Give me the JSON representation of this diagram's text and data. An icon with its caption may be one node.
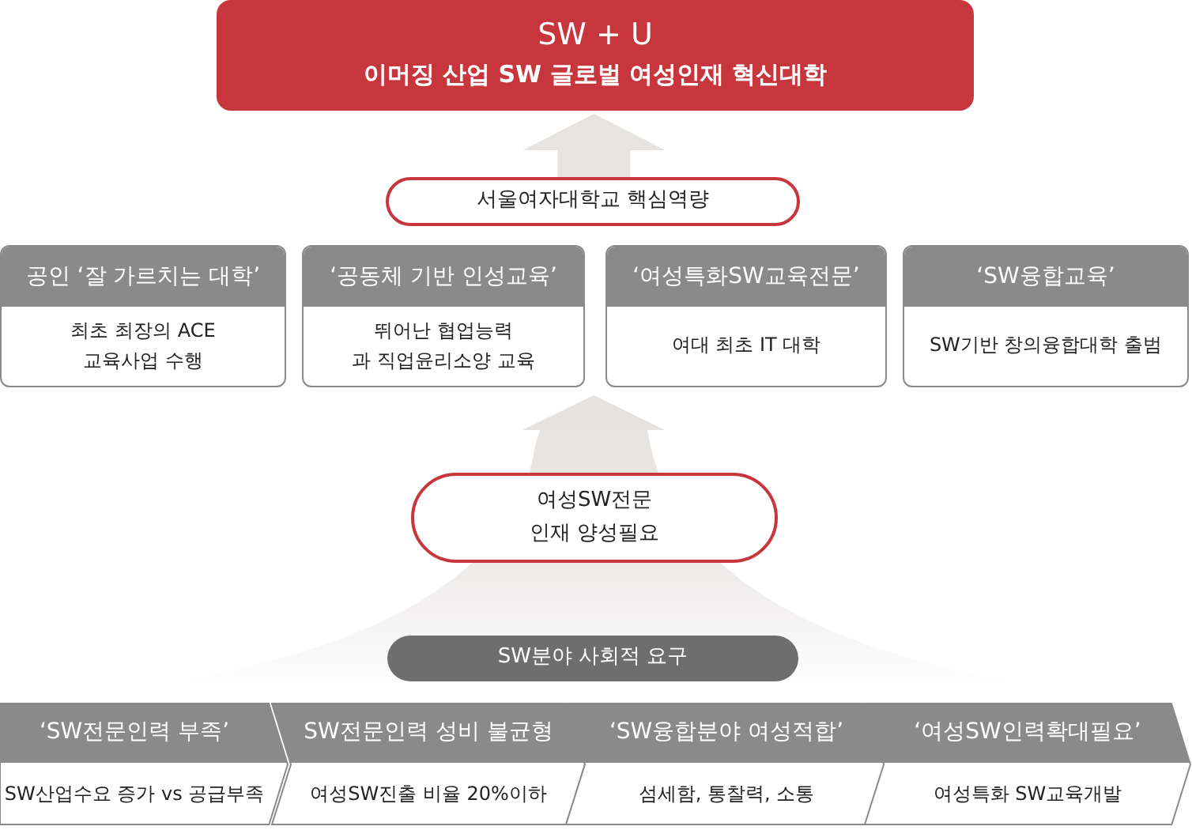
{
  "diagram": {
    "nodes": [
      {
        "text": [
          "SW + U",
          "이머징 산업 SW 글로벌 여성인재 혁신대학"
        ]
      },
      {
        "text": [
          "서울여자대학교 핵심역량"
        ]
      },
      {
        "text": [
          "공인 ‘잘 가르치는 대학’",
          "최초 최장의 ACE 교육사업 수행"
        ]
      },
      {
        "text": [
          "‘공동체 기반 인성교육’",
          "뛰어난 협업능력과 직업윤리소양 교육"
        ]
      },
      {
        "text": [
          "‘여성특화SW교육전문’",
          "여대 최초 IT 대학"
        ]
      },
      {
        "text": [
          "‘SW융합교육’",
          "SW기반 창의융합대학 출범"
        ]
      },
      {
        "text": [
          "여성SW전문인재 양성필요"
        ]
      },
      {
        "text": [
          "SW분야 사회적 요구"
        ]
      },
      {
        "text": [
          "‘SW전문인력 부족’",
          "SW산업수요 증가 vs 공급부족"
        ]
      },
      {
        "text": [
          "SW전문인력 성비 불균형",
          "여성SW진출 비율 20%이하"
        ]
      },
      {
        "text": [
          "‘SW융합분야 여성적합’",
          "섬세함, 통찰력, 소통"
        ]
      },
      {
        "text": [
          "‘여성SW인력확대필요’",
          "여성특화 SW교육개발"
        ]
      }
    ],
    "edges": [
      {
        "from": 1,
        "to": 0,
        "arrow": "to"
      },
      {
        "from": 7,
        "to": 6,
        "arrow": "to"
      }
    ]
  }
}
